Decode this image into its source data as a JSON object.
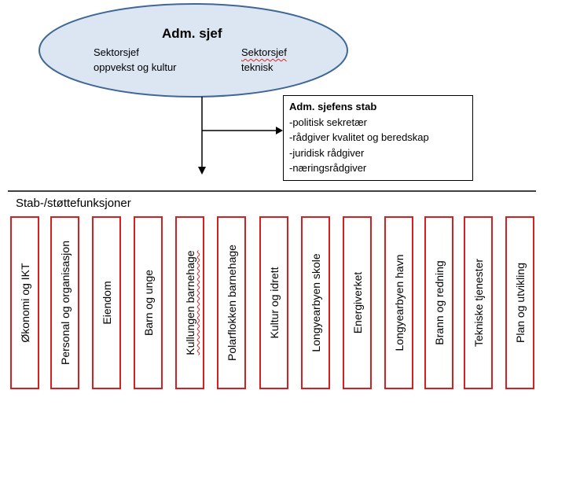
{
  "head": {
    "title": "Adm. sjef",
    "sector_left": [
      "Sektorsjef",
      "oppvekst og kultur"
    ],
    "sector_right": [
      "Sektorsjef",
      "teknisk"
    ]
  },
  "staff": {
    "title": "Adm. sjefens stab",
    "items": [
      "-politisk sekretær",
      "-rådgiver kvalitet og beredskap",
      "-juridisk rådgiver",
      "-næringsrådgiver"
    ]
  },
  "section_label": "Stab-/støttefunksjoner",
  "functions": [
    "Økonomi og IKT",
    "Personal og organisasjon",
    "Eiendom",
    "Barn og unge",
    "Kullungen barnehage",
    "Polarflokken barnehage",
    "Kultur og idrett",
    "Longyearbyen skole",
    "Energiverket",
    "Longyearbyen havn",
    "Brann og redning",
    "Tekniske tjenester",
    "Plan og utvikling"
  ],
  "colors": {
    "box_border": "#d42020",
    "ellipse_fill": "#dce6f2",
    "ellipse_stroke": "#3f6897"
  }
}
